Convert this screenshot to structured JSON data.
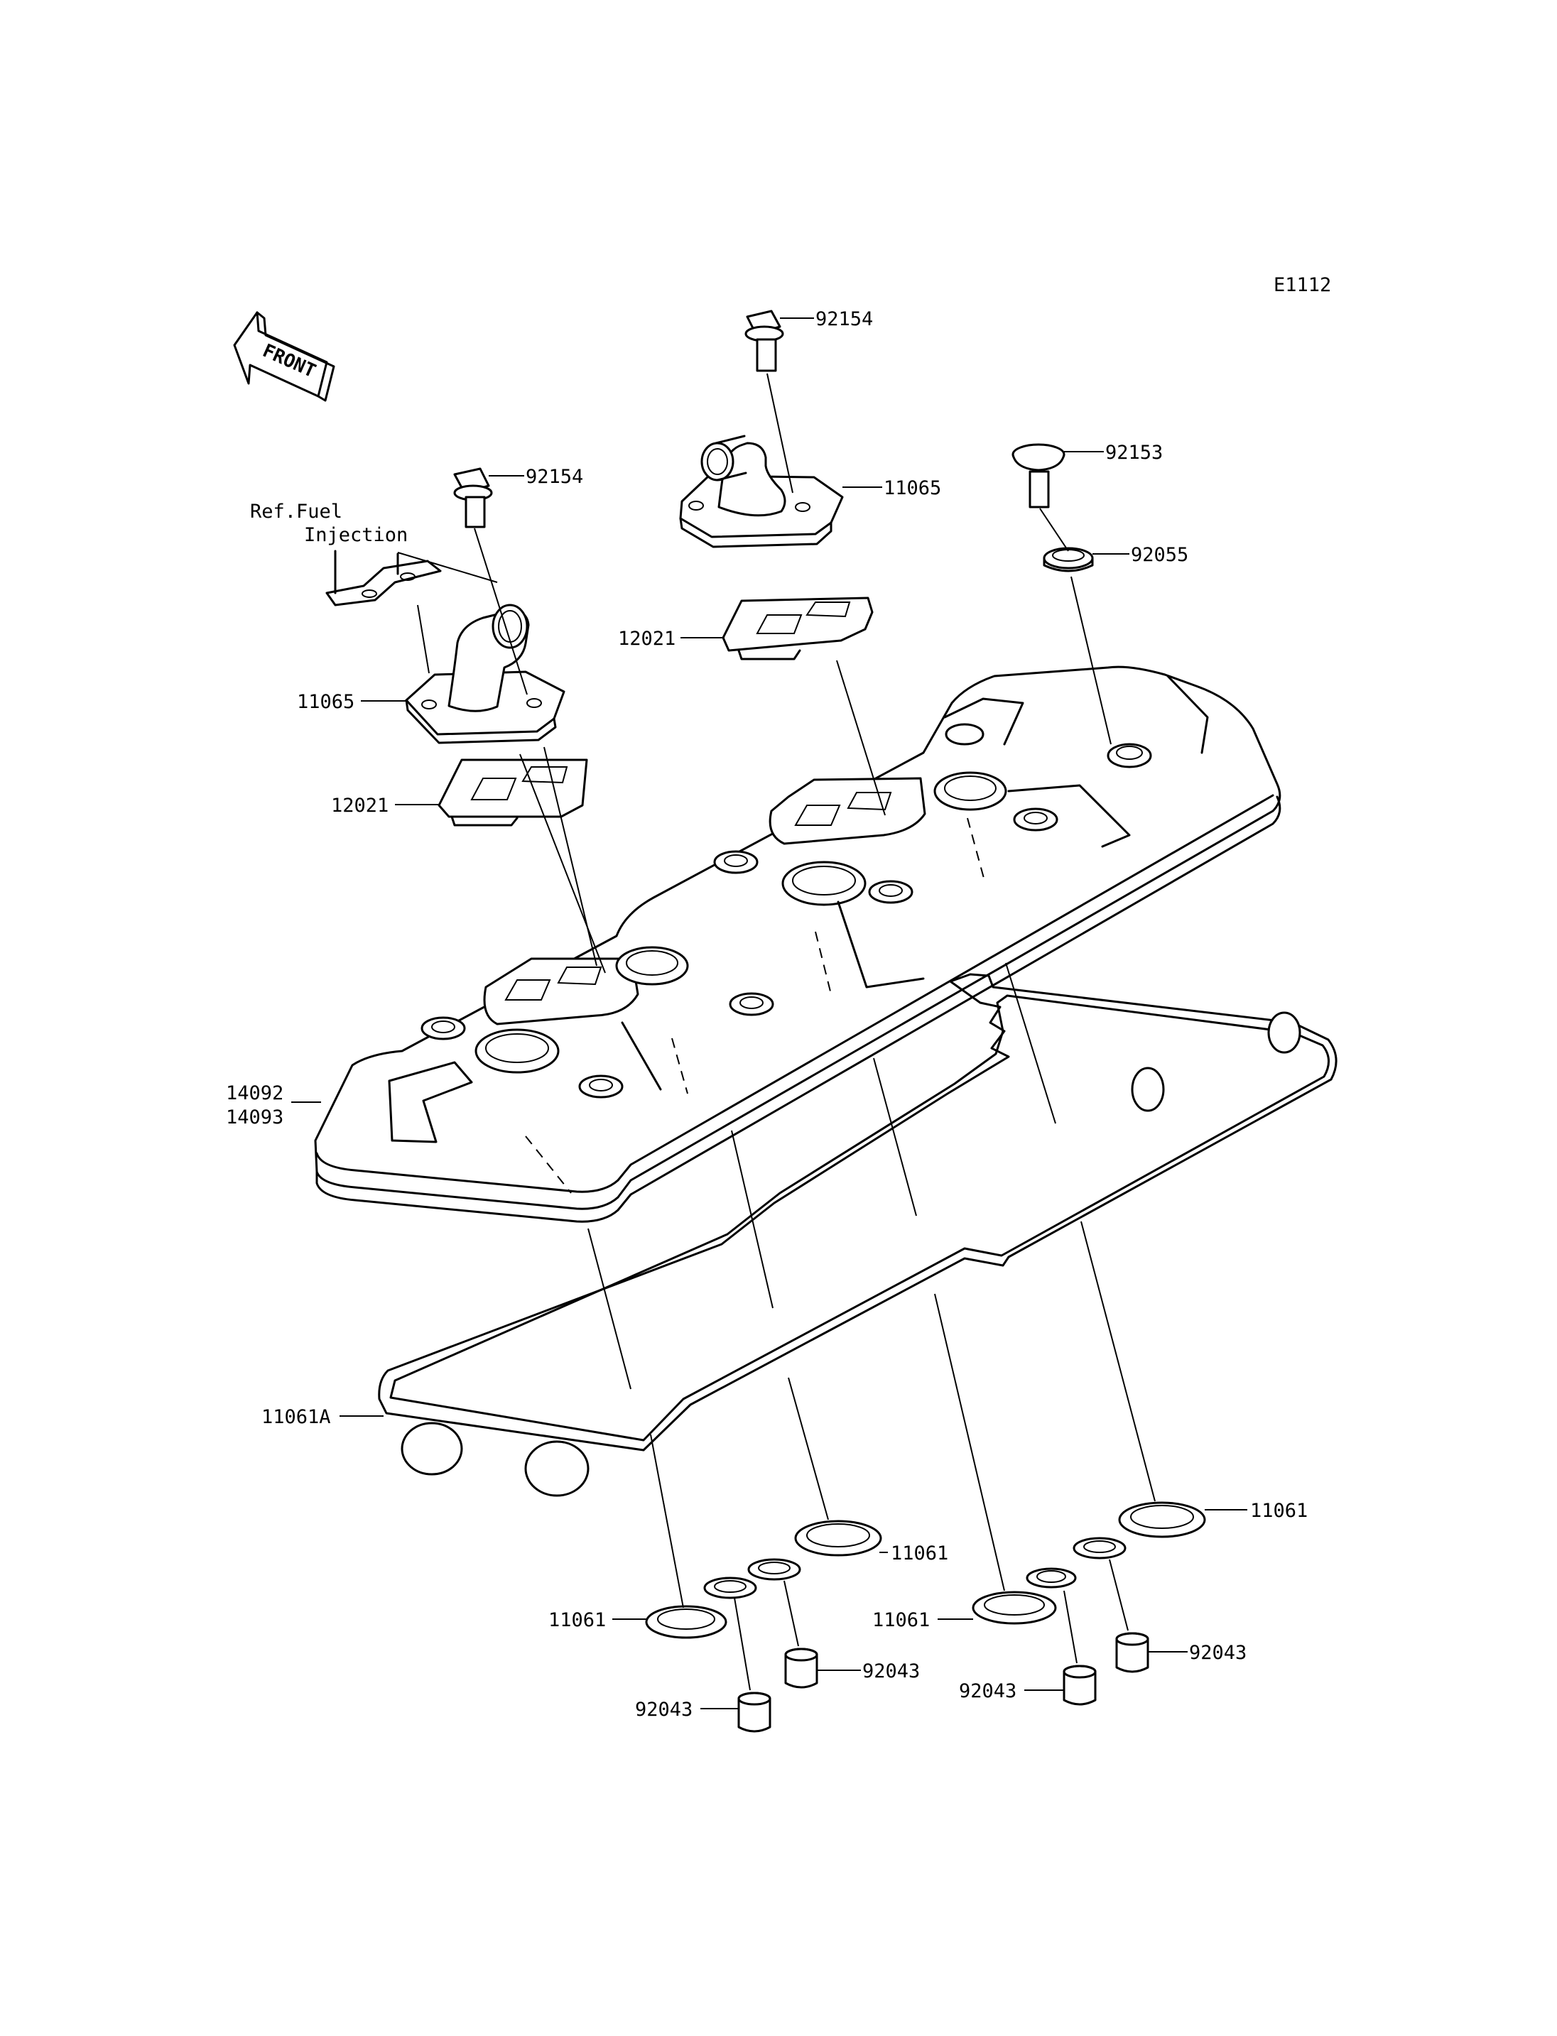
{
  "diagram_code": "E1112",
  "front_arrow_text": "FRONT",
  "reference_note": [
    "Ref.Fuel",
    "Injection"
  ],
  "callouts": {
    "bolt_left": "92154",
    "bolt_top": "92154",
    "breather_cover_left": "11065",
    "breather_cover_right": "11065",
    "gasket_left": "12021",
    "gasket_right": "12021",
    "special_bolt": "92153",
    "grommet": "92055",
    "cylinder_head_cover": [
      "14092",
      "14093"
    ],
    "head_cover_gasket": "11061A",
    "plug_gasket_1": "11061",
    "plug_gasket_2": "11061",
    "plug_gasket_3": "11061",
    "plug_gasket_4": "11061",
    "collar_1": "92043",
    "collar_2": "92043",
    "collar_3": "92043",
    "collar_4": "92043"
  }
}
